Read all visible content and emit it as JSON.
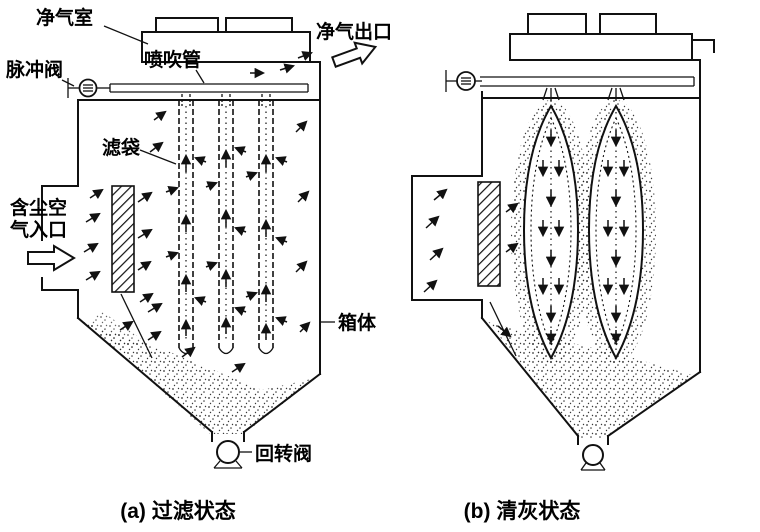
{
  "figure": {
    "labels": {
      "clean_air_chamber": "净气室",
      "pulse_valve": "脉冲阀",
      "blow_pipe": "喷吹管",
      "clean_air_outlet": "净气出口",
      "filter_bag": "滤袋",
      "dusty_air_inlet_line1": "含尘空",
      "dusty_air_inlet_line2": "气入口",
      "casing": "箱体",
      "rotary_valve": "回转阀"
    },
    "captions": {
      "a": "(a) 过滤状态",
      "b": "(b) 清灰状态"
    }
  }
}
